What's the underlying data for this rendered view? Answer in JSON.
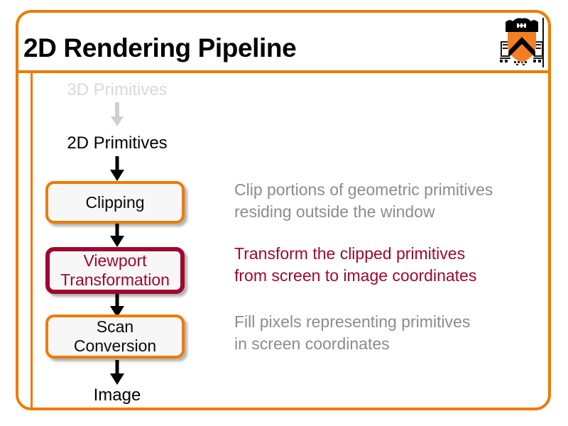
{
  "slide": {
    "title": "2D Rendering Pipeline",
    "logo_name": "princeton-shield-logo",
    "accent_color": "#ee7b00",
    "highlight_color": "#a0082e",
    "dim_color": "#8c8c8c",
    "faded_color": "#d9d9d9"
  },
  "flow": {
    "start_label": "3D Primitives",
    "second_label": "2D Primitives",
    "end_label": "Image",
    "stages": [
      {
        "label": "Clipping",
        "state": "normal"
      },
      {
        "label": "Viewport\nTransformation",
        "line1": "Viewport",
        "line2": "Transformation",
        "state": "highlighted"
      },
      {
        "label": "Scan Conversion",
        "line1": "Scan",
        "line2": "Conversion",
        "state": "normal"
      }
    ]
  },
  "descriptions": [
    {
      "line1": "Clip portions of geometric primitives",
      "line2": "residing outside the window",
      "state": "normal"
    },
    {
      "line1": "Transform the clipped primitives",
      "line2": "from screen to image coordinates",
      "state": "highlighted"
    },
    {
      "line1": "Fill pixels representing primitives",
      "line2": "in screen coordinates",
      "state": "normal"
    }
  ]
}
